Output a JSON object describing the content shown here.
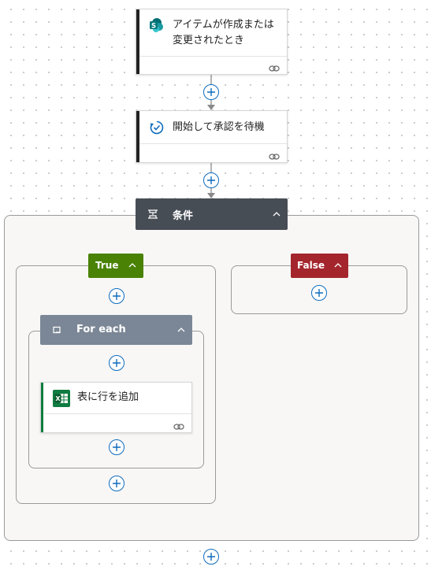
{
  "trigger": {
    "title_line1": "アイテムが作成または",
    "title_line2": "変更されたとき",
    "icon": "sharepoint-icon"
  },
  "approval": {
    "title": "開始して承認を待機",
    "icon": "approval-icon"
  },
  "condition": {
    "title": "条件",
    "icon": "condition-icon"
  },
  "branches": {
    "true_label": "True",
    "false_label": "False",
    "true_color": "#498205",
    "false_color": "#a4262c"
  },
  "foreach": {
    "title": "For each",
    "icon": "loop-icon"
  },
  "excel_action": {
    "title": "表に行を追加",
    "icon": "excel-icon"
  },
  "colors": {
    "accent": "#0f6cbd",
    "condition_header": "#474d55",
    "foreach_header": "#7b8796",
    "excel_green": "#107c41"
  }
}
